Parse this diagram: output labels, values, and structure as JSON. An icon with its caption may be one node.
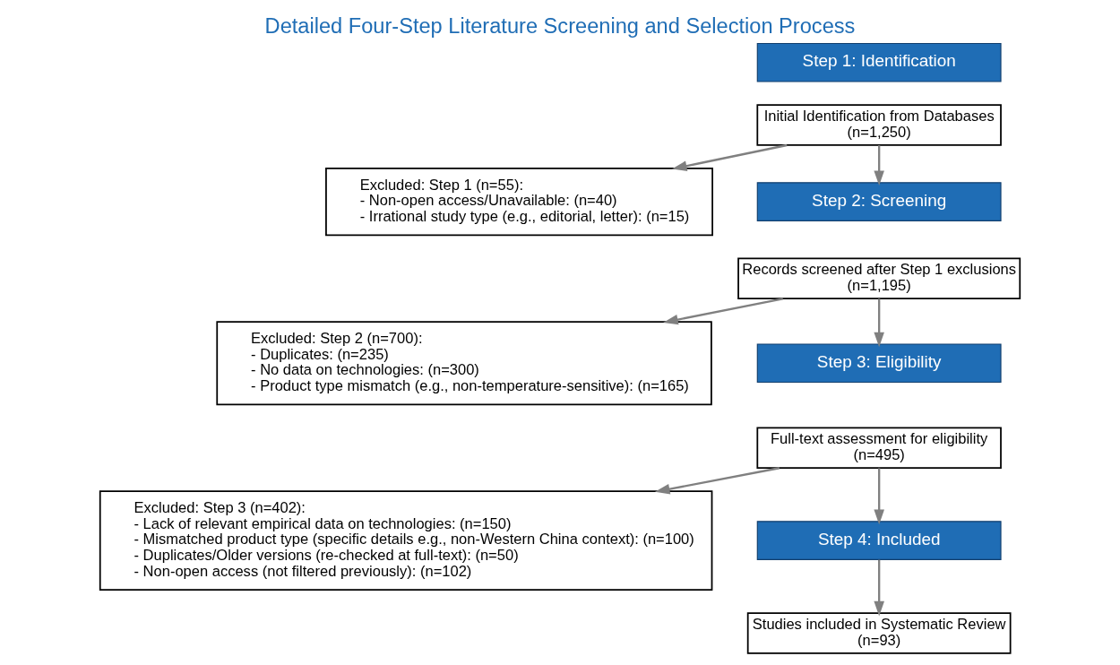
{
  "diagram": {
    "title": "Detailed Four-Step Literature Screening and Selection Process",
    "nodes": [
      {
        "text": [
          "Step 1: Identification"
        ]
      },
      {
        "text": [
          "Initial Identification from Databases",
          "(n=1,250)"
        ]
      },
      {
        "text": [
          "Excluded: Step 1 (n=55):",
          "- Non-open access/Unavailable: (n=40)",
          "- Irrational study type (e.g., editorial, letter): (n=15)"
        ]
      },
      {
        "text": [
          "Step 2: Screening"
        ]
      },
      {
        "text": [
          "Records screened after Step 1 exclusions",
          "(n=1,195)"
        ]
      },
      {
        "text": [
          "Excluded: Step 2 (n=700):",
          "- Duplicates: (n=235)",
          "- No data on technologies: (n=300)",
          "- Product type mismatch (e.g., non-temperature-sensitive): (n=165)"
        ]
      },
      {
        "text": [
          "Step 3: Eligibility"
        ]
      },
      {
        "text": [
          "Full-text assessment for eligibility",
          "(n=495)"
        ]
      },
      {
        "text": [
          "Excluded: Step 3 (n=402):",
          "- Lack of relevant empirical data on technologies: (n=150)",
          "- Mismatched product type (specific details e.g., non-Western China context): (n=100)",
          "- Duplicates/Older versions (re-checked at full-text): (n=50)",
          "- Non-open access (not filtered previously): (n=102)"
        ]
      },
      {
        "text": [
          "Step 4: Included"
        ]
      },
      {
        "text": [
          "Studies included in Systematic Review",
          "(n=93)"
        ]
      }
    ],
    "edges": [
      {
        "from": 1,
        "to": 3,
        "arrow": "to"
      },
      {
        "from": 1,
        "to": 2,
        "arrow": "to"
      },
      {
        "from": 4,
        "to": 6,
        "arrow": "to"
      },
      {
        "from": 4,
        "to": 5,
        "arrow": "to"
      },
      {
        "from": 7,
        "to": 9,
        "arrow": "to"
      },
      {
        "from": 7,
        "to": 8,
        "arrow": "to"
      },
      {
        "from": 9,
        "to": 10,
        "arrow": "to"
      }
    ]
  }
}
